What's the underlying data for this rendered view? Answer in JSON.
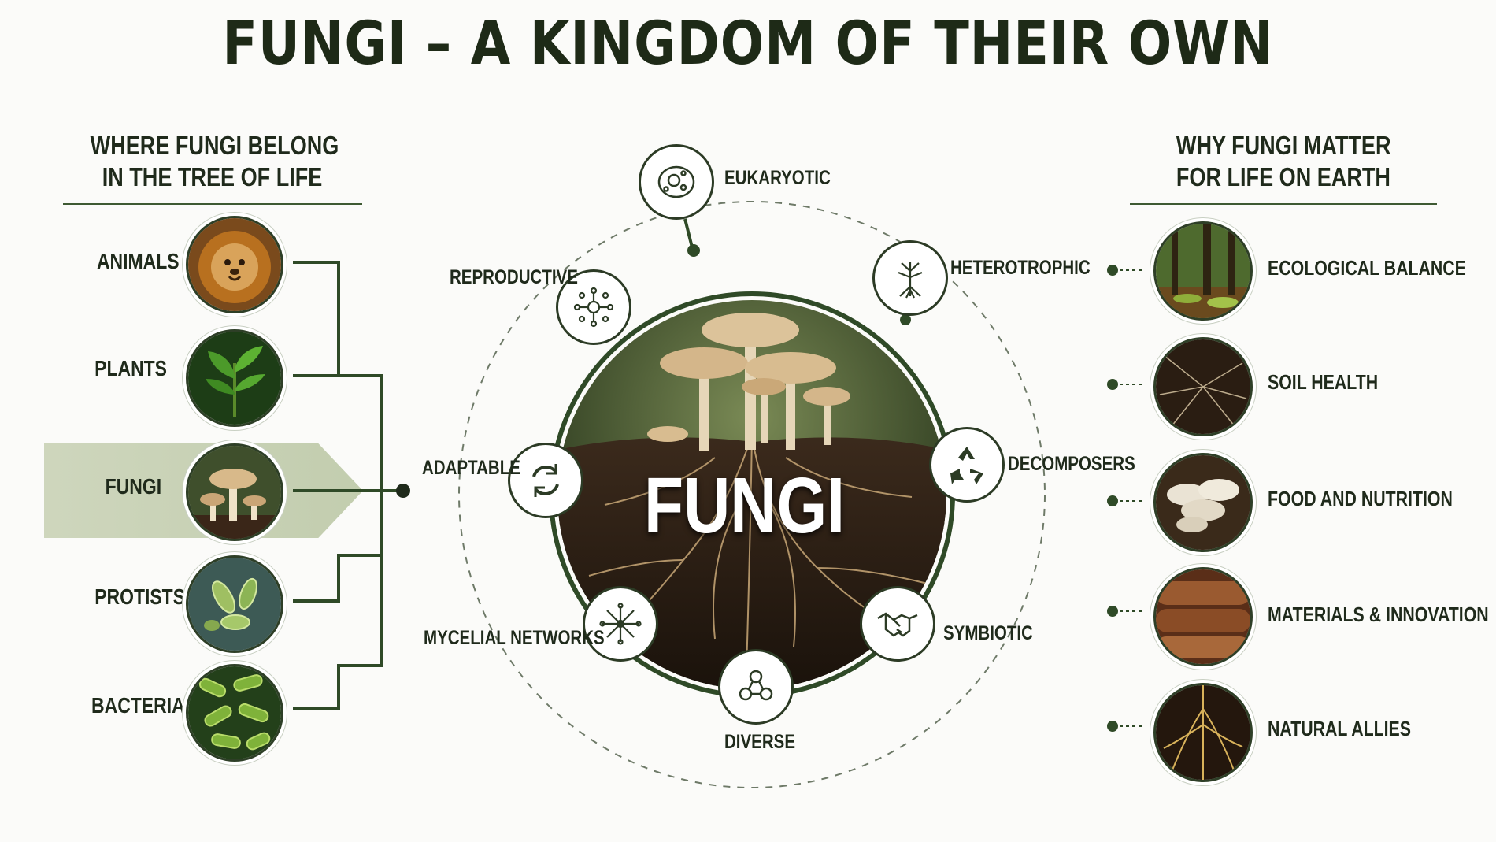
{
  "title": "FUNGI – A KINGDOM OF THEIR OWN",
  "left_section": {
    "heading_line1": "WHERE FUNGI BELONG",
    "heading_line2": "IN THE TREE OF LIFE",
    "items": [
      {
        "label": "ANIMALS",
        "icon": "lion-icon"
      },
      {
        "label": "PLANTS",
        "icon": "leaf-icon"
      },
      {
        "label": "FUNGI",
        "icon": "mushroom-icon",
        "highlighted": true
      },
      {
        "label": "PROTISTS",
        "icon": "protist-icon"
      },
      {
        "label": "BACTERIA",
        "icon": "bacteria-icon"
      }
    ]
  },
  "center": {
    "word": "FUNGI",
    "traits": [
      {
        "label": "EUKARYOTIC",
        "icon": "cell-icon"
      },
      {
        "label": "HETEROTROPHIC",
        "icon": "tree-roots-icon"
      },
      {
        "label": "DECOMPOSERS",
        "icon": "recycle-icon"
      },
      {
        "label": "SYMBIOTIC",
        "icon": "handshake-icon"
      },
      {
        "label": "DIVERSE",
        "icon": "molecule-icon"
      },
      {
        "label": "MYCELIAL NETWORKS",
        "icon": "network-icon"
      },
      {
        "label": "ADAPTABLE",
        "icon": "cycle-arrows-icon"
      },
      {
        "label": "REPRODUCTIVE",
        "icon": "spores-icon"
      }
    ]
  },
  "right_section": {
    "heading_line1": "WHY FUNGI MATTER",
    "heading_line2": "FOR LIFE ON EARTH",
    "items": [
      {
        "label": "ECOLOGICAL BALANCE",
        "icon": "forest-icon"
      },
      {
        "label": "SOIL HEALTH",
        "icon": "soil-icon"
      },
      {
        "label": "FOOD AND NUTRITION",
        "icon": "oyster-mushroom-icon"
      },
      {
        "label": "MATERIALS & INNOVATION",
        "icon": "leather-icon"
      },
      {
        "label": "NATURAL ALLIES",
        "icon": "roots-icon"
      }
    ]
  },
  "colors": {
    "dark_green": "#2e3f27",
    "band_green": "#c4ceb0",
    "background": "#fbfbf9"
  }
}
